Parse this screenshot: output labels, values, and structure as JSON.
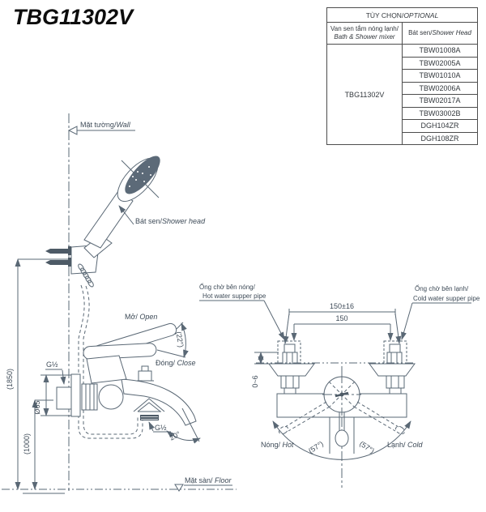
{
  "title": "TBG11302V",
  "option_table": {
    "header_vn": "TÙY CHỌN/",
    "header_en": "OPTIONAL",
    "mixer_col_vn": "Van sen tắm nóng lạnh/",
    "mixer_col_en": "Bath & Shower mixer",
    "head_col_vn": "Bát sen/",
    "head_col_en": "Shower Head",
    "mixer_model": "TBG11302V",
    "shower_heads": [
      "TBW01008A",
      "TBW02005A",
      "TBW01010A",
      "TBW02006A",
      "TBW02017A",
      "TBW03002B",
      "DGH104ZR",
      "DGH108ZR"
    ]
  },
  "side_view": {
    "wall_vn": "Mặt tường/",
    "wall_en": "Wall",
    "shower_head_vn": "Bát sen/",
    "shower_head_en": "Shower head",
    "open_vn": "Mở/",
    "open_en": " Open",
    "open_angle": "(22°)",
    "close_vn": "Đóng/",
    "close_en": " Close",
    "inlet_thread": "G½",
    "outlet_thread": "G½",
    "spout_angle": "20°",
    "escutcheon_diameter": "Ø65",
    "shower_height": "(1850)",
    "mixer_height": "(1000)",
    "floor_vn": "Mặt sàn/",
    "floor_en": " Floor"
  },
  "front_view": {
    "hot_pipe_vn": "Ống chờ bên nóng/",
    "hot_pipe_en": "Hot water supper pipe",
    "cold_pipe_vn": "Ống chờ bên lạnh/",
    "cold_pipe_en": "Cold water supper pipe",
    "pitch_tolerance": "150±16",
    "pitch": "150",
    "wall_gap": "0~6",
    "hot_vn": "Nóng/",
    "hot_en": " Hot",
    "hot_angle": "(57°)",
    "cold_vn": "Lạnh/",
    "cold_en": " Cold",
    "cold_angle": "(57°)"
  },
  "colors": {
    "line": "#5a6875",
    "text": "#3d4a57",
    "table_border": "#4d4d4d",
    "table_text": "#33383d",
    "title": "#0d0d0d"
  }
}
